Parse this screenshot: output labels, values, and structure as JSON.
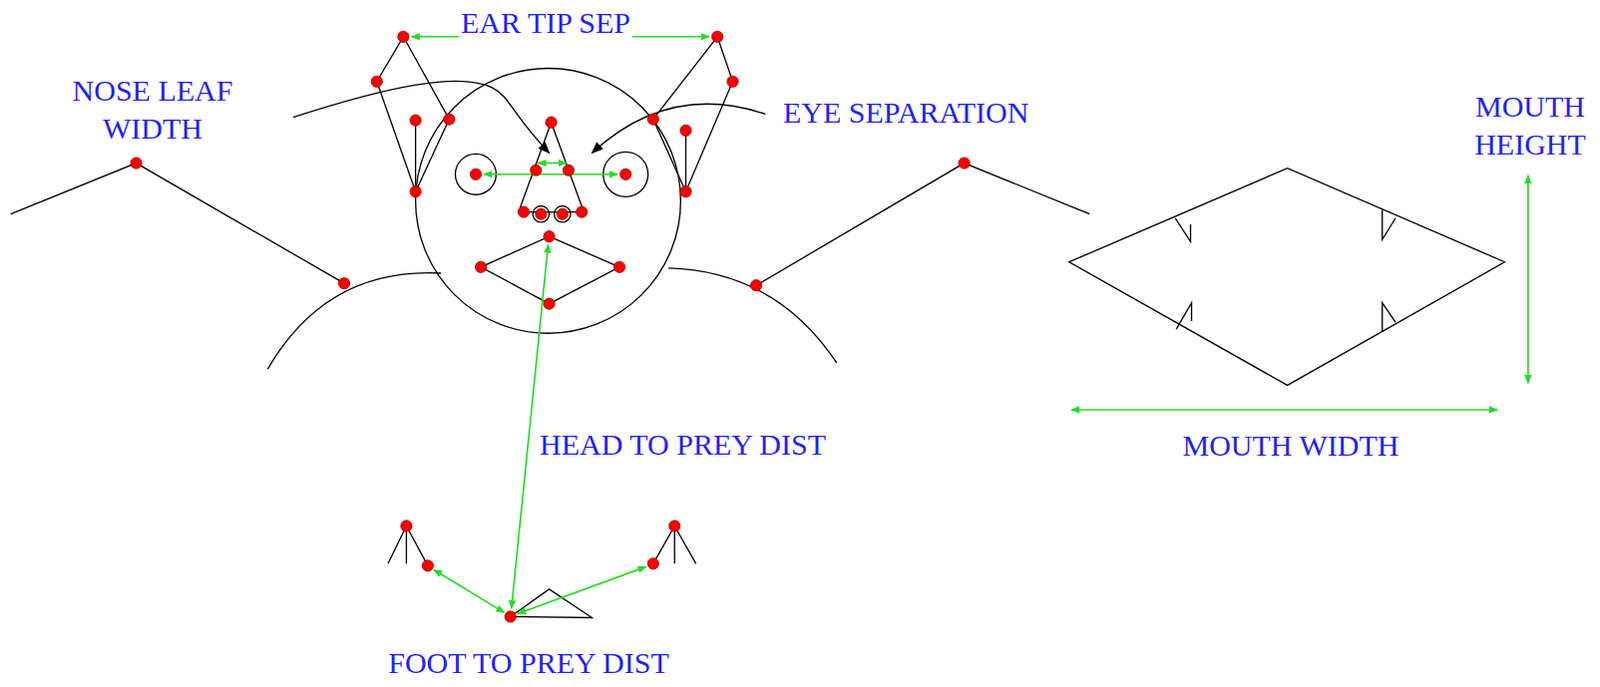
{
  "diagram": {
    "labels": [
      "EAR TIP SEP",
      "NOSE LEAF WIDTH",
      "EYE SEPARATION",
      "MOUTH HEIGHT",
      "HEAD TO PREY DIST",
      "MOUTH WIDTH",
      "FOOT TO PREY DIST"
    ]
  }
}
